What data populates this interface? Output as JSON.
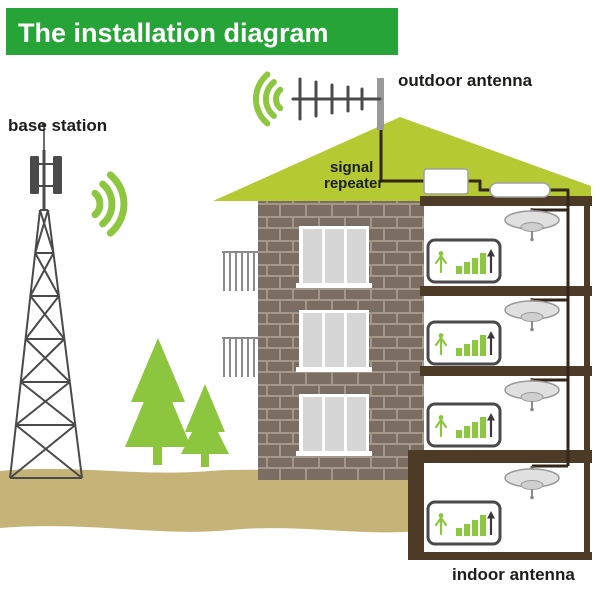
{
  "title": "The installation diagram",
  "labels": {
    "base_station": "base station",
    "outdoor_antenna": "outdoor antenna",
    "signal_repeater_line1": "signal",
    "signal_repeater_line2": "repeater",
    "indoor_antenna": "indoor antenna"
  },
  "colors": {
    "header_green": "#27a437",
    "signal_green": "#8dc63f",
    "roof_green": "#b5c932",
    "brick_brown": "#7b6d61",
    "brick_mortar": "#a39789",
    "slab_brown": "#4e3b27",
    "ground_tan": "#c6b377",
    "cable_brown": "#33261a",
    "metal_gray": "#4a4a4a",
    "window_gray": "#d6d6d6",
    "tree_green": "#8cc63e"
  },
  "icons": {
    "base_station": "cell-tower-icon",
    "outdoor_antenna": "yagi-antenna-icon",
    "signal_waves": "signal-waves-icon",
    "repeater": "repeater-box-icon",
    "distribution_unit": "distribution-box-icon",
    "ceiling_antenna": "ceiling-antenna-icon",
    "phone": "phone-signal-icon",
    "tree": "tree-icon"
  }
}
